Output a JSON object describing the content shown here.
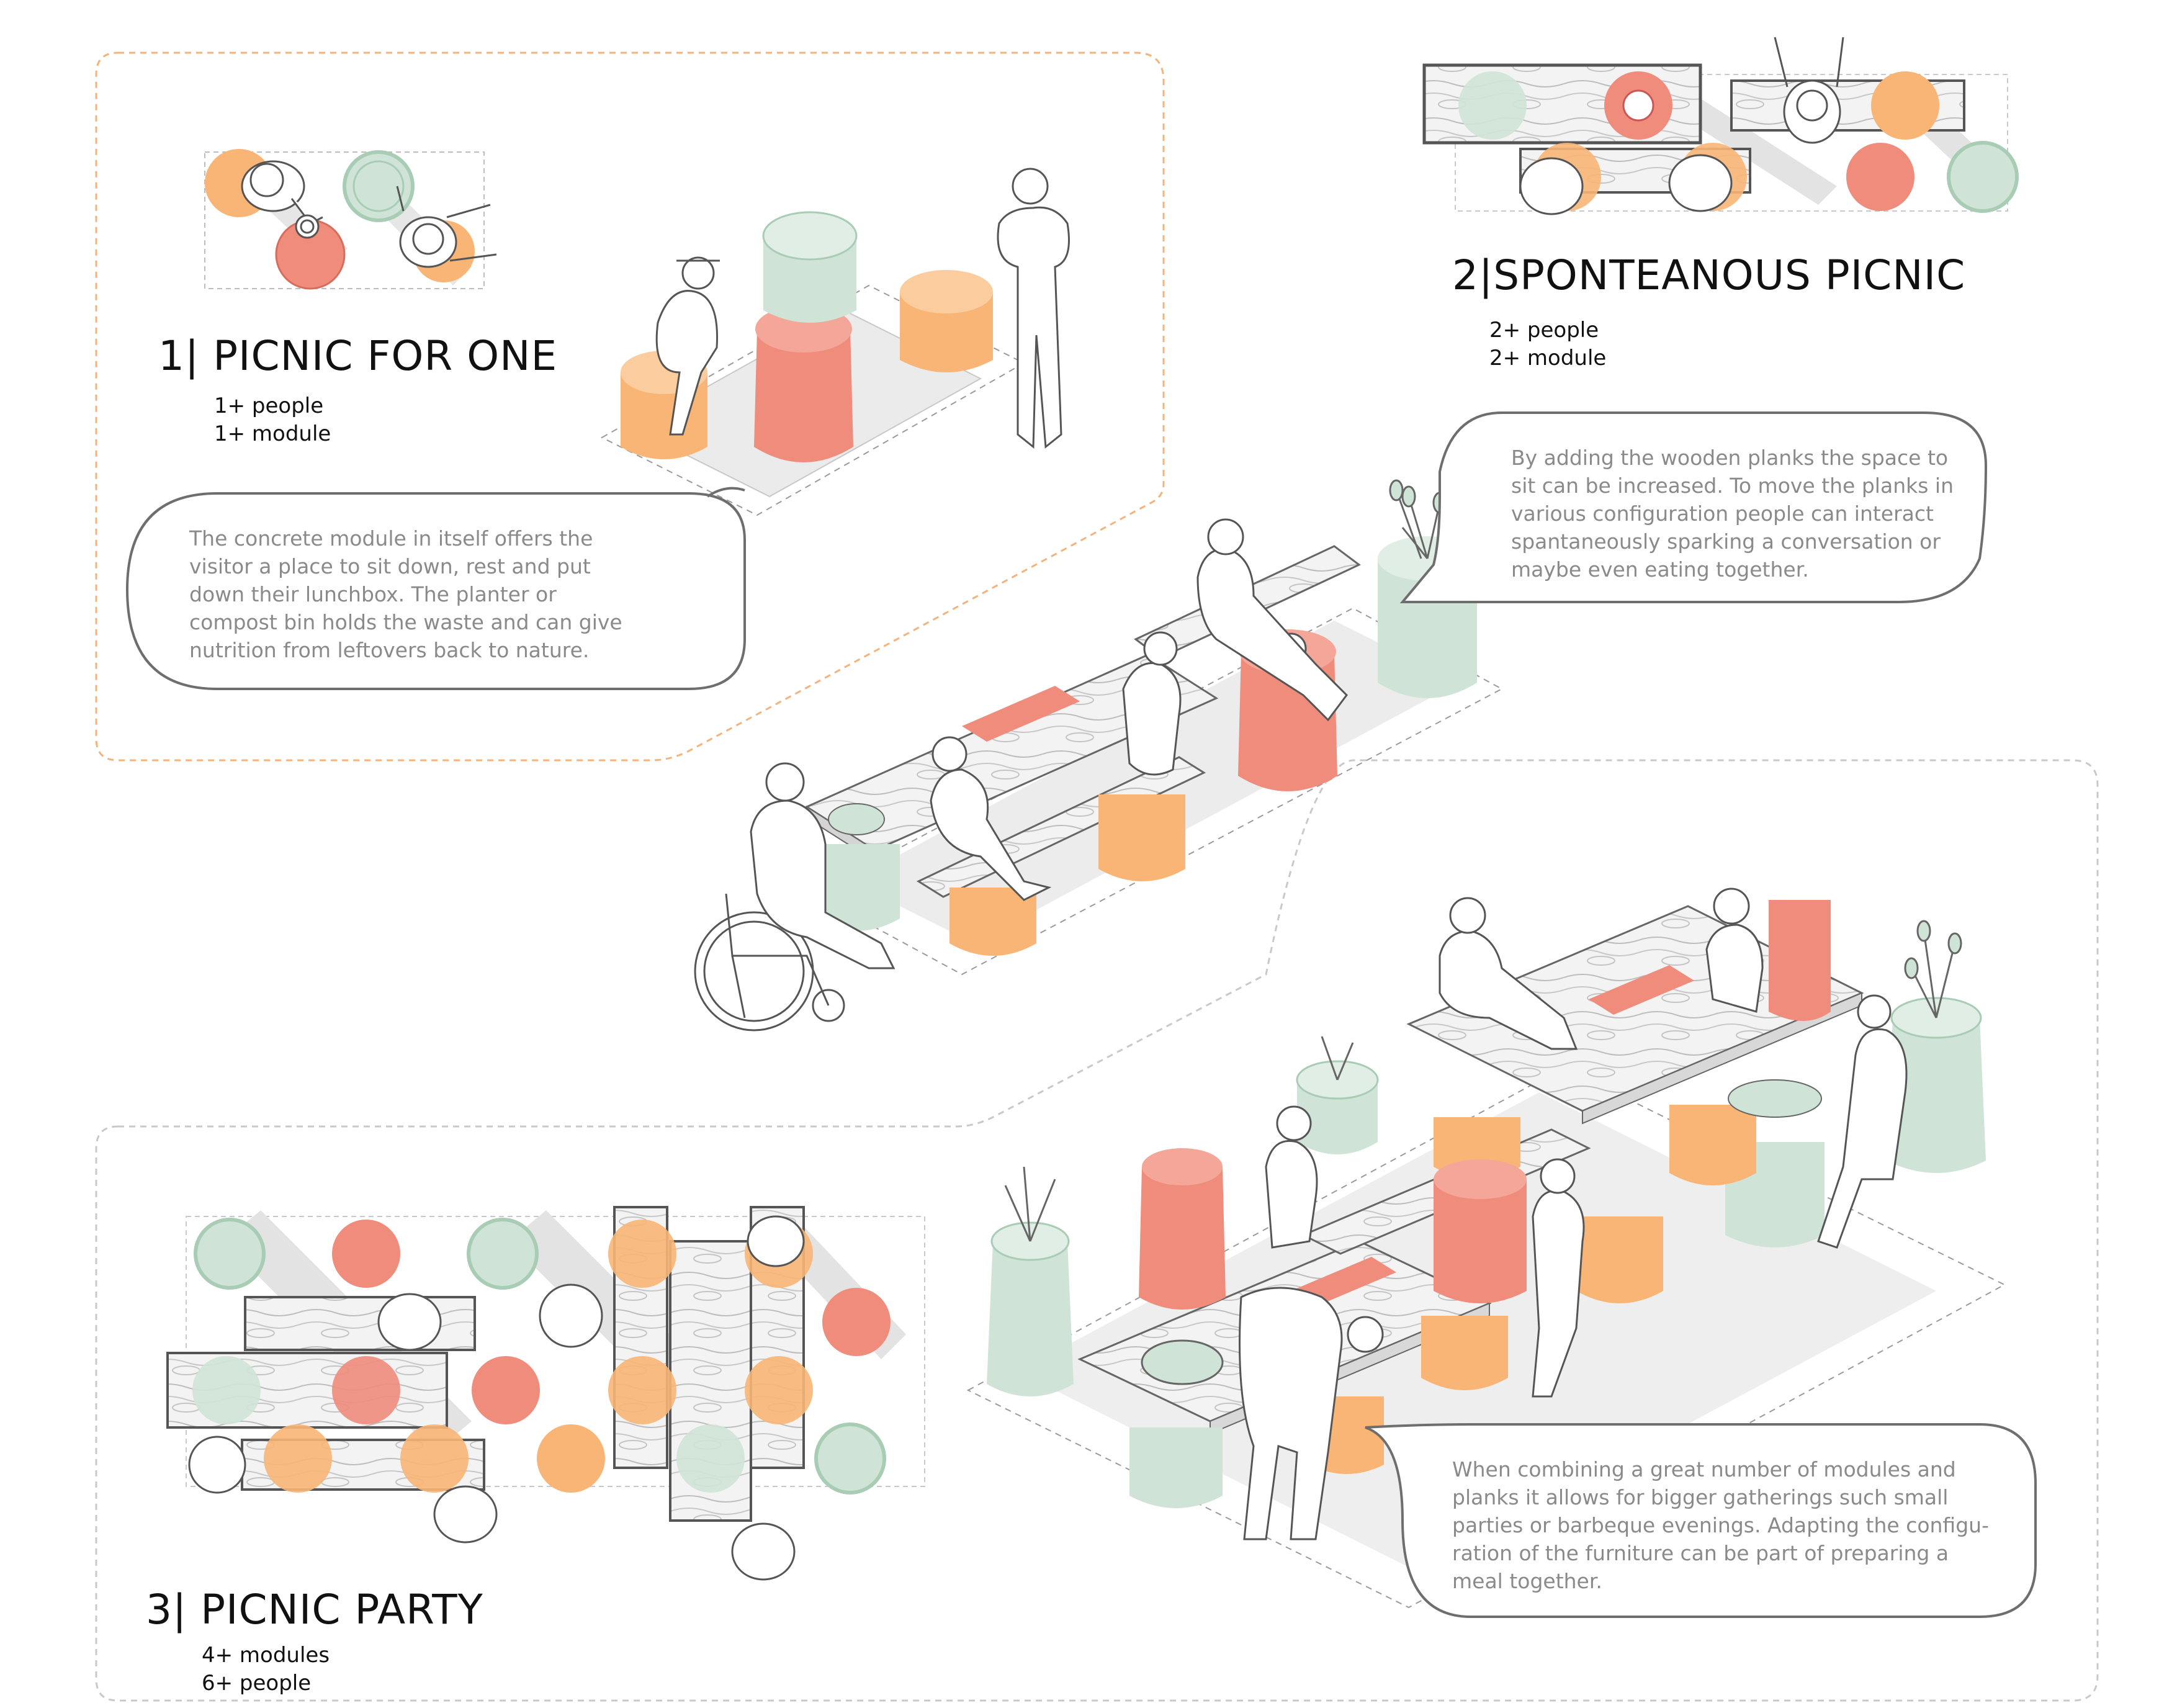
{
  "colors": {
    "coral": "#f08c7c",
    "orange": "#f8b576",
    "green": "#cfe4d6",
    "green_stroke": "#a8ccb4",
    "wood": "#f0f0f0",
    "shadow": "#e3e3e3",
    "frame_orange": "#f2b37c",
    "frame_gray": "#c9c9c9",
    "bubble_stroke": "#6e6e6e"
  },
  "sections": {
    "one": {
      "title": "1| PICNIC FOR ONE",
      "people": "1+ people",
      "modules": "1+ module",
      "description": [
        "The concrete module in itself offers the",
        "visitor a  place to sit down, rest and put",
        "down their lunchbox. The planter or",
        "compost bin holds the waste and can give",
        "nutrition from leftovers back to nature."
      ]
    },
    "two": {
      "title": "2|SPONTEANOUS PICNIC",
      "people": "2+ people",
      "modules": "2+ module",
      "description": [
        "By adding the wooden planks the space to",
        "sit can be increased. To move the planks in",
        "various configuration people can interact",
        "spantaneously sparking a conversation or",
        "maybe even eating together."
      ]
    },
    "three": {
      "title": "3| PICNIC PARTY",
      "modules": "4+ modules",
      "people": "6+ people",
      "description": [
        "When combining a great number of modules and",
        "planks it allows for bigger gatherings such small",
        "parties or barbeque evenings. Adapting the configu-",
        "ration of the furniture can be part of preparing a",
        "meal together."
      ]
    }
  }
}
